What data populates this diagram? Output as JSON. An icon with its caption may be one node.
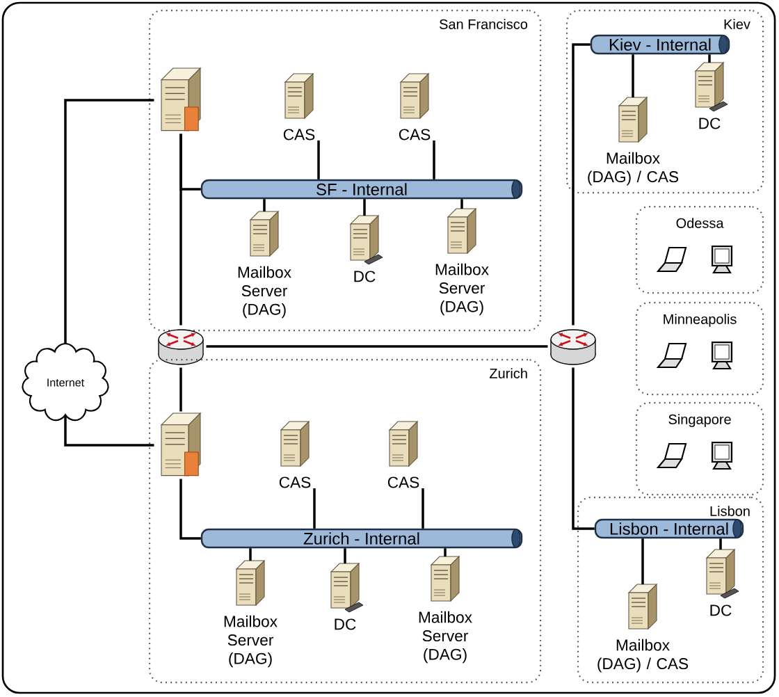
{
  "diagram": {
    "nodes": [
      {
        "text": [
          "Internet"
        ]
      },
      {
        "text": [
          "San Francisco"
        ]
      },
      {
        "text": [],
        "shape": "server",
        "in": 1
      },
      {
        "text": [
          "CAS"
        ],
        "in": 1
      },
      {
        "text": [
          "CAS"
        ],
        "in": 1
      },
      {
        "text": [
          "SF - Internal"
        ],
        "in": 1
      },
      {
        "text": [
          "Mailbox Server (DAG)"
        ],
        "in": 1
      },
      {
        "text": [
          "DC"
        ],
        "in": 1
      },
      {
        "text": [
          "Mailbox Server (DAG)"
        ],
        "in": 1
      },
      {
        "text": [],
        "shape": "cylinder"
      },
      {
        "text": [
          "Zurich"
        ]
      },
      {
        "text": [],
        "shape": "server",
        "in": 10
      },
      {
        "text": [
          "CAS"
        ],
        "in": 10
      },
      {
        "text": [
          "CAS"
        ],
        "in": 10
      },
      {
        "text": [
          "Zurich - Internal"
        ],
        "in": 10
      },
      {
        "text": [
          "Mailbox Server (DAG)"
        ],
        "in": 10
      },
      {
        "text": [
          "DC"
        ],
        "in": 10
      },
      {
        "text": [
          "Mailbox Server (DAG)"
        ],
        "in": 10
      },
      {
        "text": [],
        "shape": "cylinder"
      },
      {
        "text": [
          "Kiev"
        ]
      },
      {
        "text": [
          "Kiev - Internal"
        ],
        "in": 19
      },
      {
        "text": [
          "Mailbox (DAG) / CAS"
        ],
        "in": 19
      },
      {
        "text": [
          "DC"
        ],
        "in": 19
      },
      {
        "text": [
          "Odessa"
        ]
      },
      {
        "text": [
          "Minneapolis"
        ]
      },
      {
        "text": [
          "Singapore"
        ]
      },
      {
        "text": [
          "Lisbon"
        ]
      },
      {
        "text": [
          "Lisbon - Internal"
        ],
        "in": 26
      },
      {
        "text": [
          "Mailbox (DAG) / CAS"
        ],
        "in": 26
      },
      {
        "text": [
          "DC"
        ],
        "in": 26
      }
    ],
    "edges": [
      {
        "from": 0,
        "to": 2,
        "arrow": "none"
      },
      {
        "from": 0,
        "to": 11,
        "arrow": "none"
      },
      {
        "from": 2,
        "to": 9,
        "arrow": "none"
      },
      {
        "from": 2,
        "to": 5,
        "arrow": "none"
      },
      {
        "from": 5,
        "to": 3,
        "arrow": "none"
      },
      {
        "from": 5,
        "to": 4,
        "arrow": "none"
      },
      {
        "from": 5,
        "to": 6,
        "arrow": "none"
      },
      {
        "from": 5,
        "to": 7,
        "arrow": "none"
      },
      {
        "from": 5,
        "to": 8,
        "arrow": "none"
      },
      {
        "from": 9,
        "to": 18,
        "arrow": "none"
      },
      {
        "from": 9,
        "to": 11,
        "arrow": "none"
      },
      {
        "from": 11,
        "to": 14,
        "arrow": "none"
      },
      {
        "from": 14,
        "to": 12,
        "arrow": "none"
      },
      {
        "from": 14,
        "to": 13,
        "arrow": "none"
      },
      {
        "from": 14,
        "to": 15,
        "arrow": "none"
      },
      {
        "from": 14,
        "to": 16,
        "arrow": "none"
      },
      {
        "from": 14,
        "to": 17,
        "arrow": "none"
      },
      {
        "from": 18,
        "to": 20,
        "arrow": "none"
      },
      {
        "from": 20,
        "to": 21,
        "arrow": "none"
      },
      {
        "from": 20,
        "to": 22,
        "arrow": "none"
      },
      {
        "from": 18,
        "to": 27,
        "arrow": "none"
      },
      {
        "from": 27,
        "to": 28,
        "arrow": "none"
      },
      {
        "from": 27,
        "to": 29,
        "arrow": "none"
      }
    ]
  }
}
